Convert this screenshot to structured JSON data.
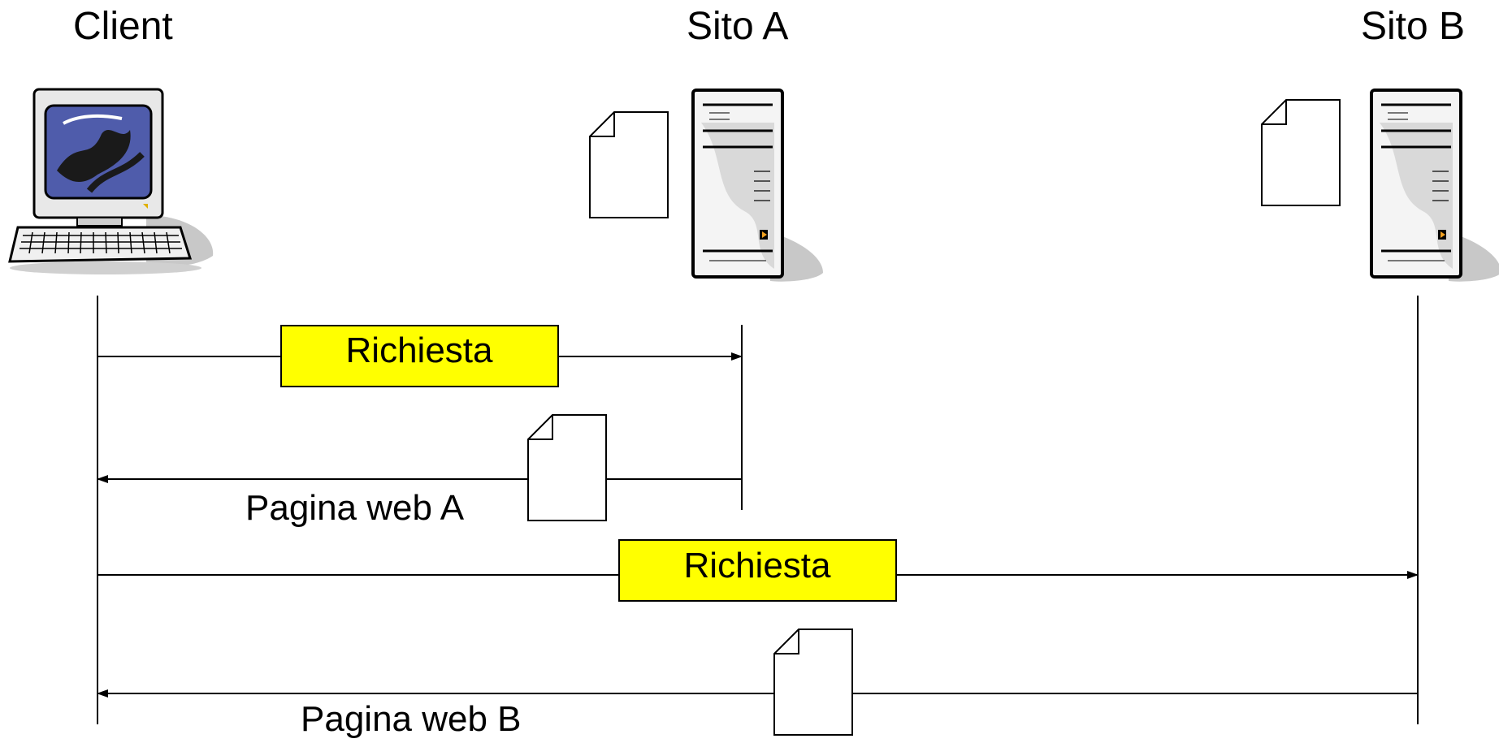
{
  "actors": {
    "client": "Client",
    "site_a": "Sito A",
    "site_b": "Sito B"
  },
  "messages": {
    "request_a": "Richiesta",
    "response_a": "Pagina web A",
    "request_b": "Richiesta",
    "response_b": "Pagina web B"
  },
  "colors": {
    "request_box": "#ffff00",
    "monitor_screen": "#4f5cab",
    "server_accent": "#f0a020"
  },
  "icons": {
    "client": "desktop-computer-icon",
    "server_a": "server-tower-icon",
    "server_b": "server-tower-icon",
    "page": "document-icon"
  }
}
